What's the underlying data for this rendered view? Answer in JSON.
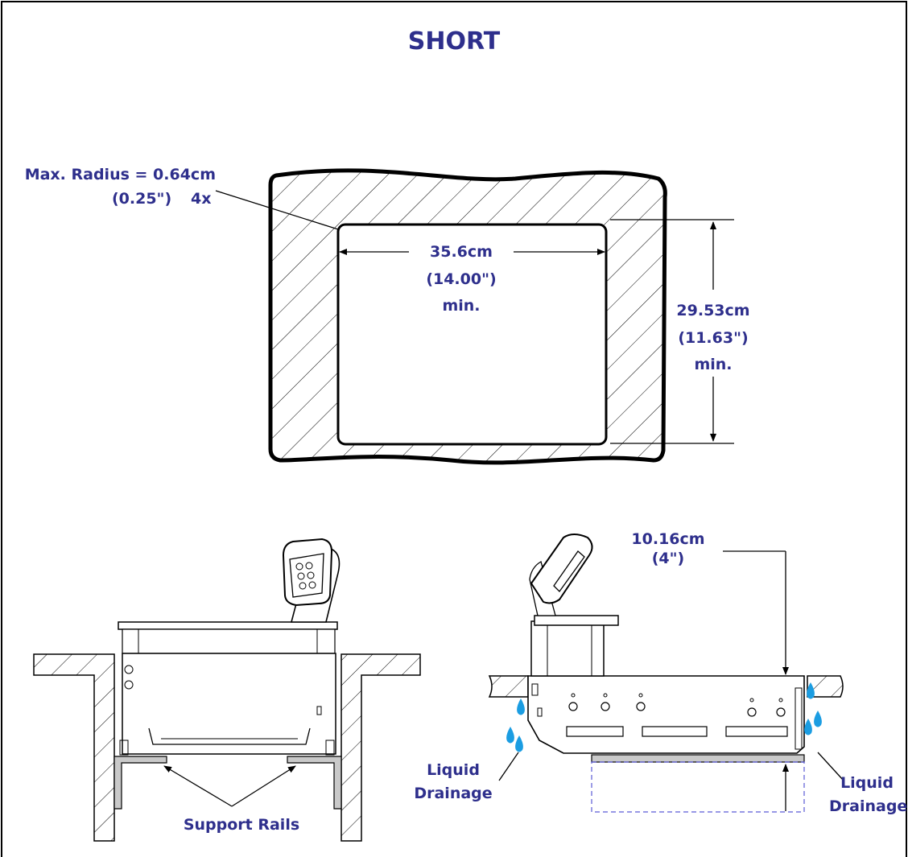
{
  "title": "SHORT",
  "top_view": {
    "radius_line1": "Max. Radius = 0.64cm",
    "radius_line2": "(0.25\")",
    "radius_count": "4x",
    "width_line1": "35.6cm",
    "width_line2": "(14.00\")",
    "width_line3": "min.",
    "height_line1": "29.53cm",
    "height_line2": "(11.63\")",
    "height_line3": "min."
  },
  "front_view": {
    "support_label": "Support Rails"
  },
  "side_view": {
    "depth_line1": "10.16cm",
    "depth_line2": "(4\")",
    "drain_left_line1": "Liquid",
    "drain_left_line2": "Drainage",
    "drain_right_line1": "Liquid",
    "drain_right_line2": "Drainage"
  },
  "colors": {
    "label": "#2e2f8c",
    "droplet": "#1b9de2",
    "rail": "#c9c9c9",
    "lines": "#000000"
  }
}
